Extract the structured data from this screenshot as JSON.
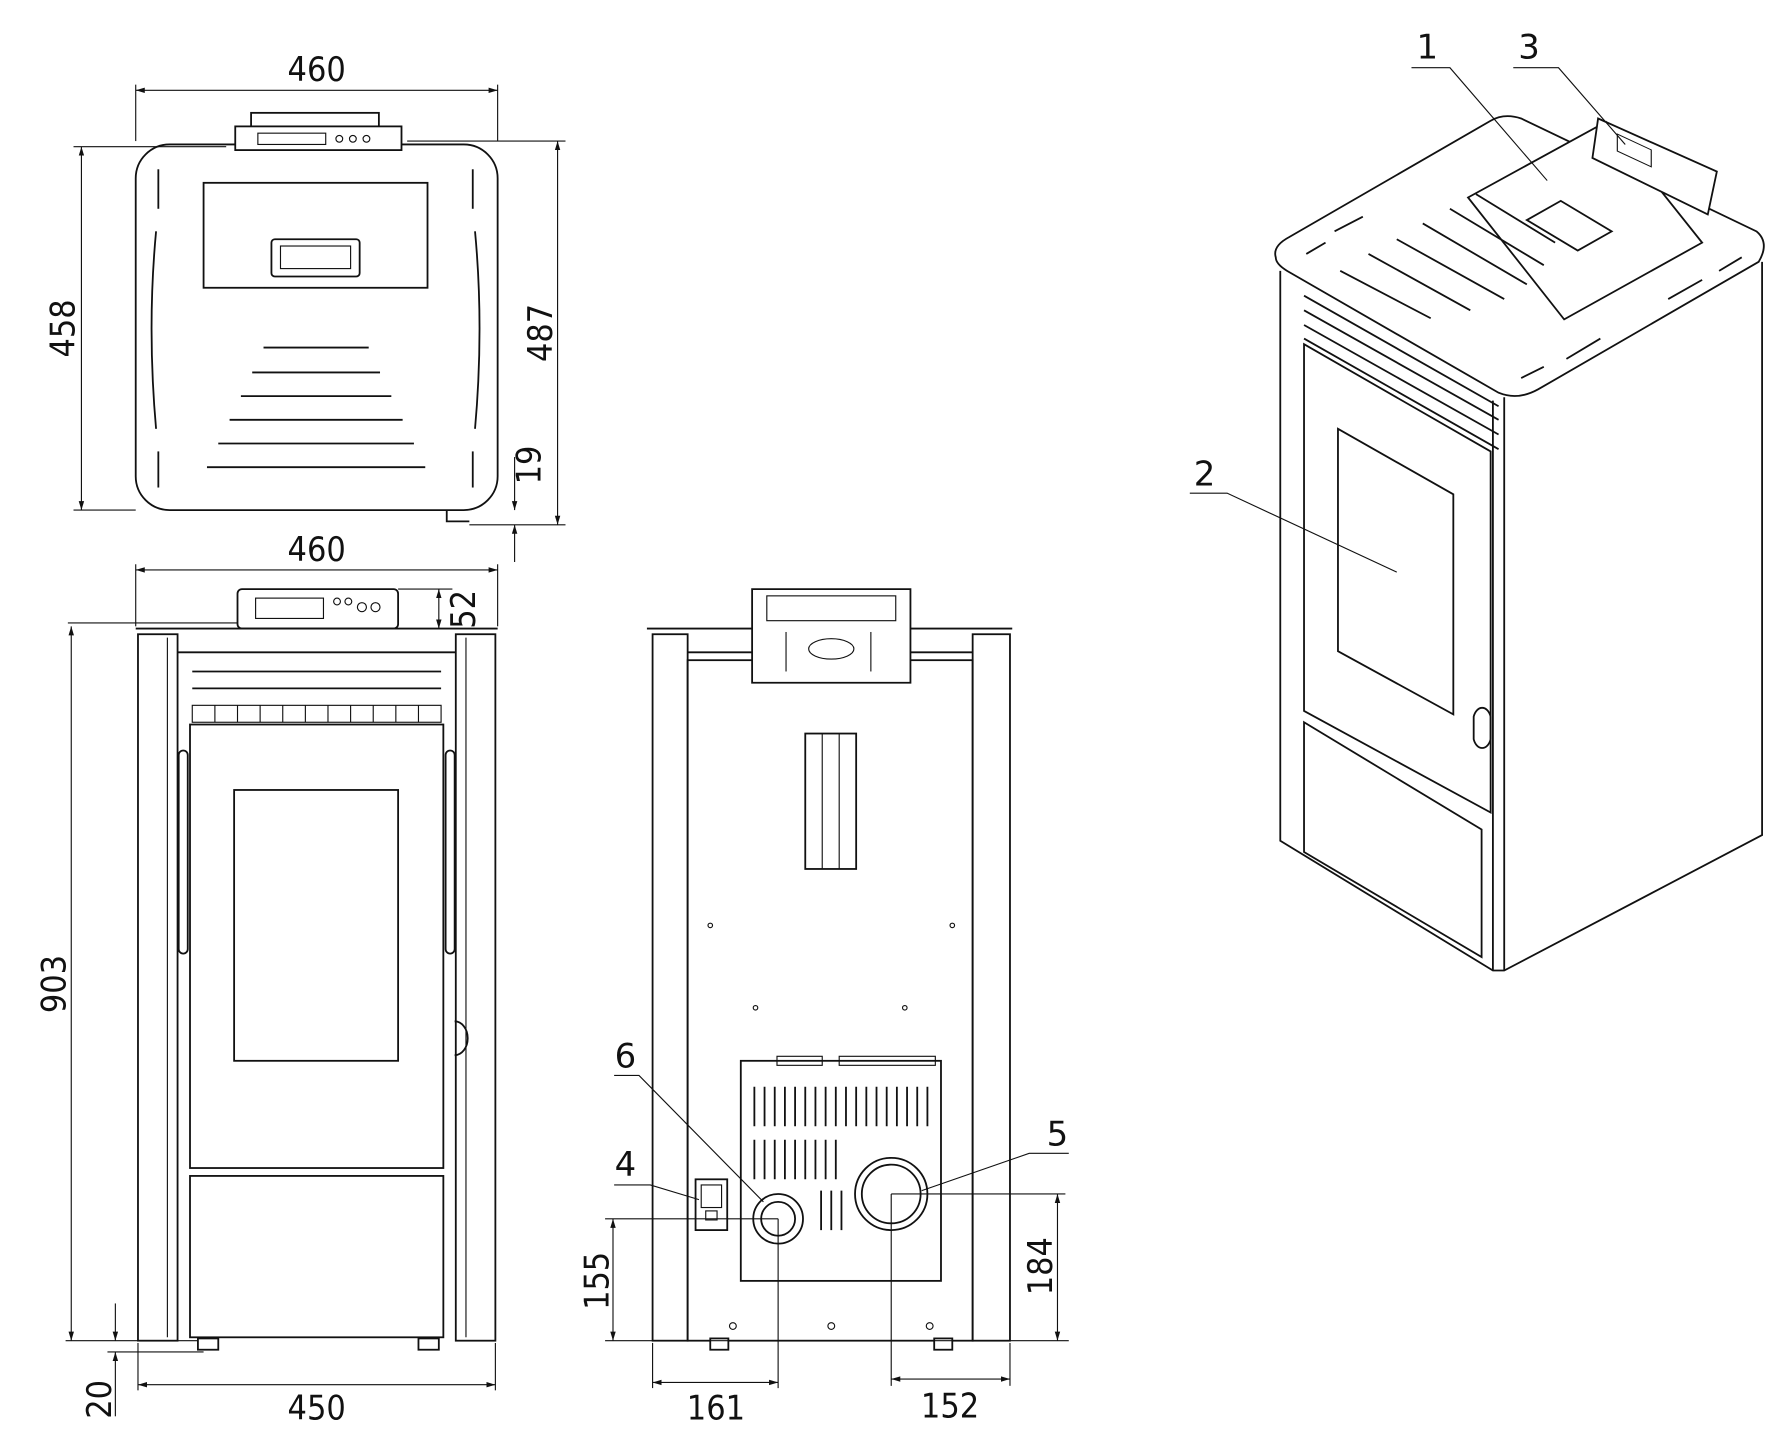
{
  "dimensions": {
    "top_width": "460",
    "top_depth": "458",
    "top_depth_total": "487",
    "top_offset": "19",
    "front_width_top": "460",
    "panel_height": "52",
    "front_height": "903",
    "foot_height": "20",
    "front_width_base": "450",
    "outlet_small_height": "155",
    "outlet_small_offset": "161",
    "outlet_large_offset": "152",
    "outlet_large_height": "184"
  },
  "callouts": {
    "c1": "1",
    "c2": "2",
    "c3": "3",
    "c4": "4",
    "c5": "5",
    "c6": "6"
  }
}
